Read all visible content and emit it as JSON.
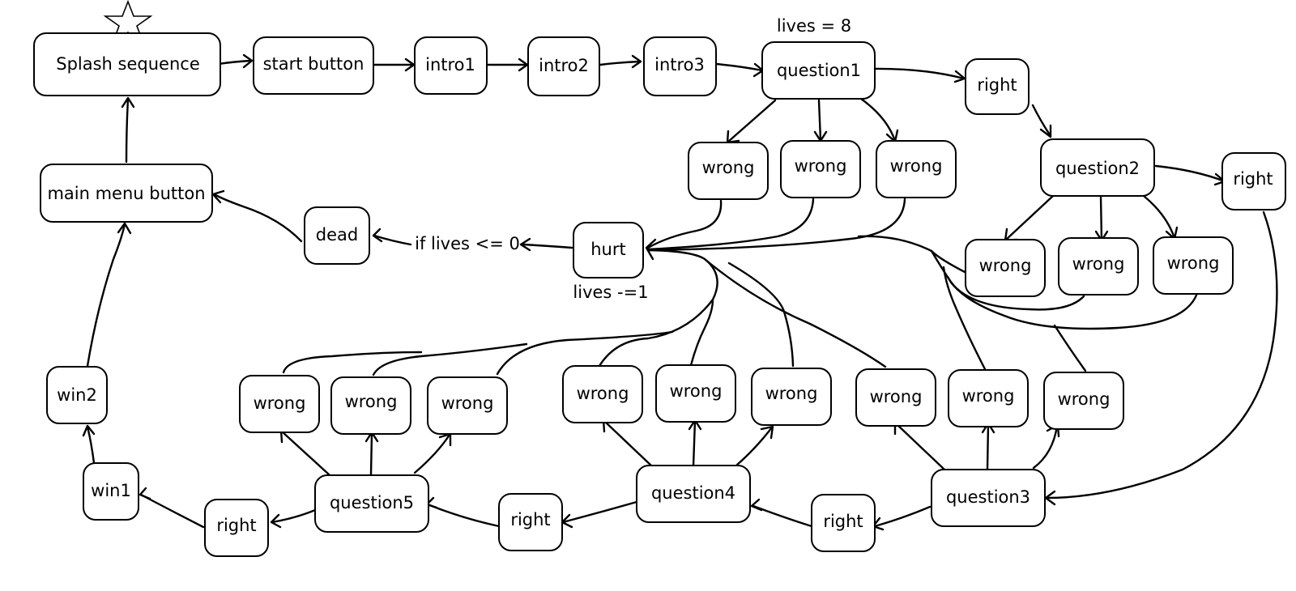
{
  "nodes": {
    "splash": "Splash sequence",
    "start": "start button",
    "intro1": "intro1",
    "intro2": "intro2",
    "intro3": "intro3",
    "question1": "question1",
    "right1": "right",
    "q1_wrong_a": "wrong",
    "q1_wrong_b": "wrong",
    "q1_wrong_c": "wrong",
    "question2": "question2",
    "right2": "right",
    "q2_wrong_a": "wrong",
    "q2_wrong_b": "wrong",
    "q2_wrong_c": "wrong",
    "hurt": "hurt",
    "dead": "dead",
    "main_menu": "main menu button",
    "question3": "question3",
    "right3": "right",
    "q3_wrong_a": "wrong",
    "q3_wrong_b": "wrong",
    "q3_wrong_c": "wrong",
    "question4": "question4",
    "right4": "right",
    "q4_wrong_a": "wrong",
    "q4_wrong_b": "wrong",
    "q4_wrong_c": "wrong",
    "question5": "question5",
    "right5": "right",
    "q5_wrong_a": "wrong",
    "q5_wrong_b": "wrong",
    "q5_wrong_c": "wrong",
    "win1": "win1",
    "win2": "win2"
  },
  "labels": {
    "lives_init": "lives = 8",
    "lives_decrement": "lives -=1",
    "dead_condition": "if lives <= 0"
  },
  "icons": {
    "start_marker": "star-icon"
  }
}
